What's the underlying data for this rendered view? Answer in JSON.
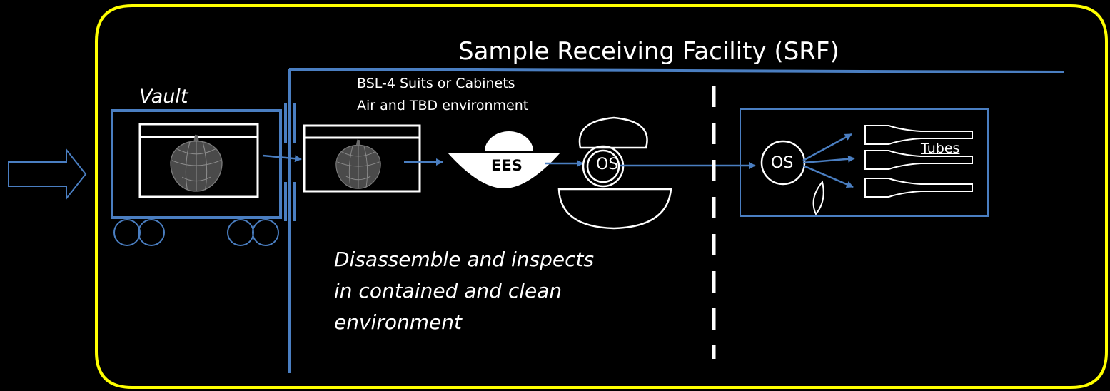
{
  "title": "Sample Receiving Facility (SRF)",
  "vault_label": "Vault",
  "environment_lines": [
    "BSL-4 Suits or Cabinets",
    "Air and TBD environment"
  ],
  "description_lines": [
    "Disassemble and inspects",
    "in contained and clean",
    "environment"
  ],
  "ees_label": "EES",
  "os_label": "OS",
  "tubes_label": "Tubes",
  "colors": {
    "background": "#000000",
    "facility_border": "#FFFF00",
    "flow_lines": "#4A7EC1",
    "outlines": "#FFFFFF"
  },
  "icons": [
    "input-arrow-icon",
    "sample-capsule-icon",
    "cart-wheel-icon",
    "tube-icon"
  ]
}
